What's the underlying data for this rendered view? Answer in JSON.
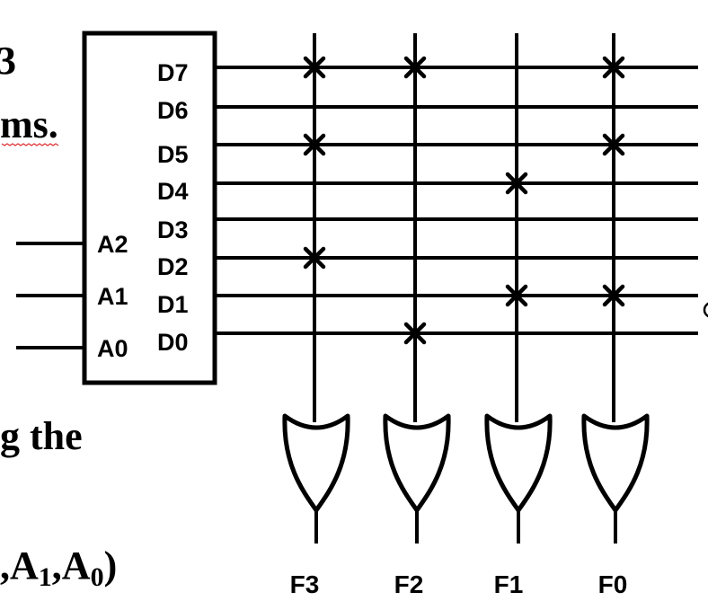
{
  "background_text": {
    "line1": "3",
    "line2": "ms.",
    "line3": "g the",
    "line4_pre": ",A",
    "line4_sub1": "1",
    "line4_mid": ",A",
    "line4_sub2": "0",
    "line4_post": ")"
  },
  "decoder": {
    "inputs": [
      "A2",
      "A1",
      "A0"
    ],
    "outputs": [
      "D7",
      "D6",
      "D5",
      "D4",
      "D3",
      "D2",
      "D1",
      "D0"
    ]
  },
  "functions": [
    "F3",
    "F2",
    "F1",
    "F0"
  ],
  "connections": {
    "F3": [
      "D7",
      "D5",
      "D2"
    ],
    "F2": [
      "D7",
      "D0"
    ],
    "F1": [
      "D4",
      "D1"
    ],
    "F0": [
      "D7",
      "D5",
      "D1"
    ]
  },
  "colors": {
    "line": "#000000",
    "squiggle": "#e03030",
    "background": "#ffffff"
  }
}
